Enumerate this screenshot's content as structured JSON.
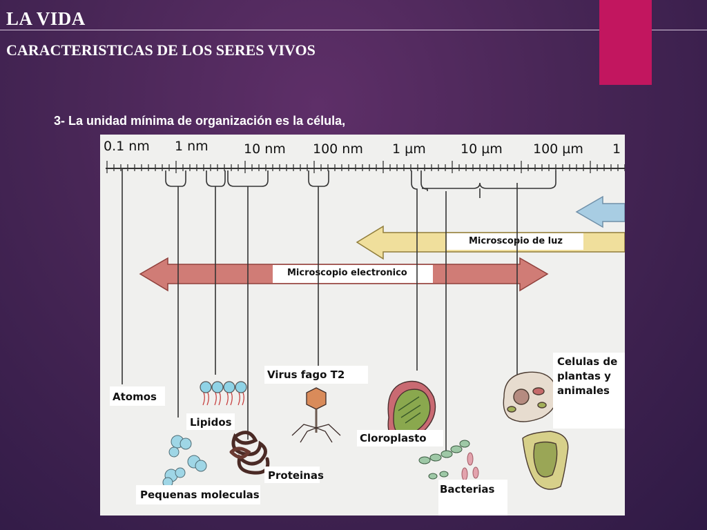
{
  "slide": {
    "title": "LA VIDA",
    "subtitle": "CARACTERISTICAS DE LOS SERES VIVOS",
    "statement": "3- La unidad mínima de organización es la célula,"
  },
  "colors": {
    "accent": "#c2165f",
    "light_arrow": "#f0df9c",
    "electron_arrow": "#d07c76",
    "left_arrow": "#a8cde3"
  },
  "scale": {
    "labels": [
      "0.1 nm",
      "1 nm",
      "10 nm",
      "100 nm",
      "1 µm",
      "10 µm",
      "100 µm",
      "1"
    ]
  },
  "ranges": {
    "light": "Microscopio de luz",
    "electron": "Microscopio electronico"
  },
  "objects": {
    "atomos": "Atomos",
    "lipidos": "Lipidos",
    "pequenas_moleculas": "Pequenas moleculas",
    "proteinas": "Proteinas",
    "virus": "Virus fago T2",
    "cloroplasto": "Cloroplasto",
    "bacterias": "Bacterias",
    "celulas": [
      "Celulas de",
      "plantas y",
      "animales"
    ]
  }
}
